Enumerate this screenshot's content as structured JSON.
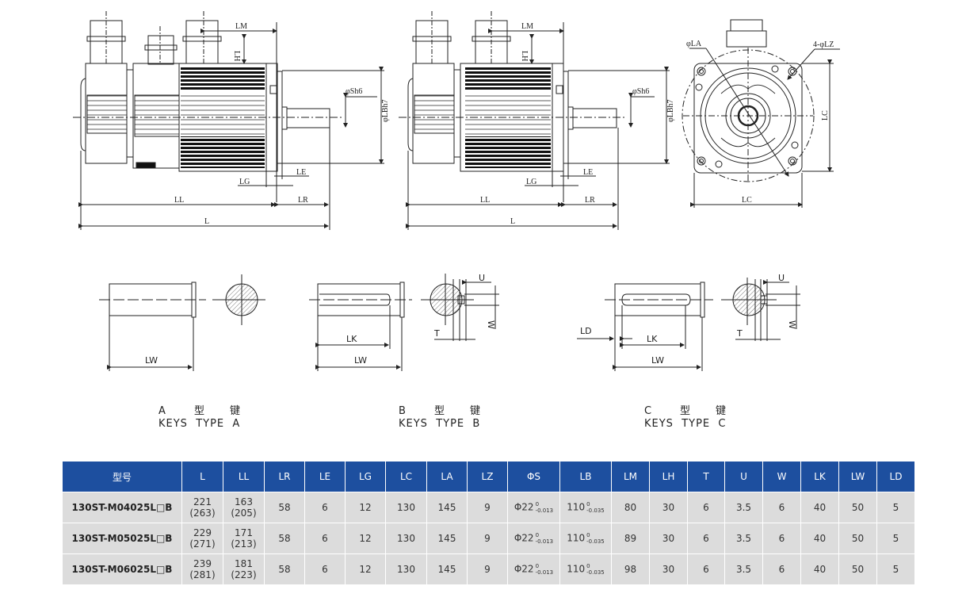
{
  "drawings": {
    "side_view_1": {
      "labels": {
        "LM": "LM",
        "LH": "LH",
        "shaft": "φSh6",
        "flange": "φLBh7",
        "LE": "LE",
        "LG": "LG",
        "LL": "LL",
        "LR": "LR",
        "L": "L"
      }
    },
    "side_view_2": {
      "labels": {
        "LM": "LM",
        "LH": "LH",
        "shaft": "φSh6",
        "flange": "φLBh7",
        "LE": "LE",
        "LG": "LG",
        "LL": "LL",
        "LR": "LR",
        "L": "L"
      }
    },
    "front_view": {
      "labels": {
        "LA": "φLA",
        "LZ": "4-φLZ",
        "LC_vertical": "LC",
        "LC_horizontal": "LC"
      }
    },
    "key_types": [
      {
        "id": "A",
        "labels": {
          "LW": "LW"
        },
        "caption_line1": [
          "A",
          "型",
          "键"
        ],
        "caption_line2": "KEYS  TYPE  A"
      },
      {
        "id": "B",
        "labels": {
          "LK": "LK",
          "LW": "LW",
          "U": "U",
          "W": "W",
          "T": "T"
        },
        "caption_line1": [
          "B",
          "型",
          "键"
        ],
        "caption_line2": "KEYS  TYPE  B"
      },
      {
        "id": "C",
        "labels": {
          "LD": "LD",
          "LK": "LK",
          "LW": "LW",
          "U": "U",
          "W": "W",
          "T": "T"
        },
        "caption_line1": [
          "C",
          "型",
          "键"
        ],
        "caption_line2": "KEYS  TYPE  C"
      }
    ]
  },
  "table": {
    "header_color": "#1d4f9f",
    "row_color": "#dcdcdc",
    "headers": [
      "型号",
      "L",
      "LL",
      "LR",
      "LE",
      "LG",
      "LC",
      "LA",
      "LZ",
      "ΦS",
      "LB",
      "LM",
      "LH",
      "T",
      "U",
      "W",
      "LK",
      "LW",
      "LD"
    ],
    "rows": [
      {
        "model": "130ST-M04025L□B",
        "L": "221",
        "L_alt": "(263)",
        "LL": "163",
        "LL_alt": "(205)",
        "LR": "58",
        "LE": "6",
        "LG": "12",
        "LC": "130",
        "LA": "145",
        "LZ": "9",
        "S": "Φ22",
        "S_tol_upper": "0",
        "S_tol_lower": "-0.013",
        "LB": "110",
        "LB_tol_upper": "0",
        "LB_tol_lower": "-0.035",
        "LM": "80",
        "LH": "30",
        "T": "6",
        "U": "3.5",
        "W": "6",
        "LK": "40",
        "LW": "50",
        "LD": "5"
      },
      {
        "model": "130ST-M05025L□B",
        "L": "229",
        "L_alt": "(271)",
        "LL": "171",
        "LL_alt": "(213)",
        "LR": "58",
        "LE": "6",
        "LG": "12",
        "LC": "130",
        "LA": "145",
        "LZ": "9",
        "S": "Φ22",
        "S_tol_upper": "0",
        "S_tol_lower": "-0.013",
        "LB": "110",
        "LB_tol_upper": "0",
        "LB_tol_lower": "-0.035",
        "LM": "89",
        "LH": "30",
        "T": "6",
        "U": "3.5",
        "W": "6",
        "LK": "40",
        "LW": "50",
        "LD": "5"
      },
      {
        "model": "130ST-M06025L□B",
        "L": "239",
        "L_alt": "(281)",
        "LL": "181",
        "LL_alt": "(223)",
        "LR": "58",
        "LE": "6",
        "LG": "12",
        "LC": "130",
        "LA": "145",
        "LZ": "9",
        "S": "Φ22",
        "S_tol_upper": "0",
        "S_tol_lower": "-0.013",
        "LB": "110",
        "LB_tol_upper": "0",
        "LB_tol_lower": "-0.035",
        "LM": "98",
        "LH": "30",
        "T": "6",
        "U": "3.5",
        "W": "6",
        "LK": "40",
        "LW": "50",
        "LD": "5"
      }
    ]
  }
}
